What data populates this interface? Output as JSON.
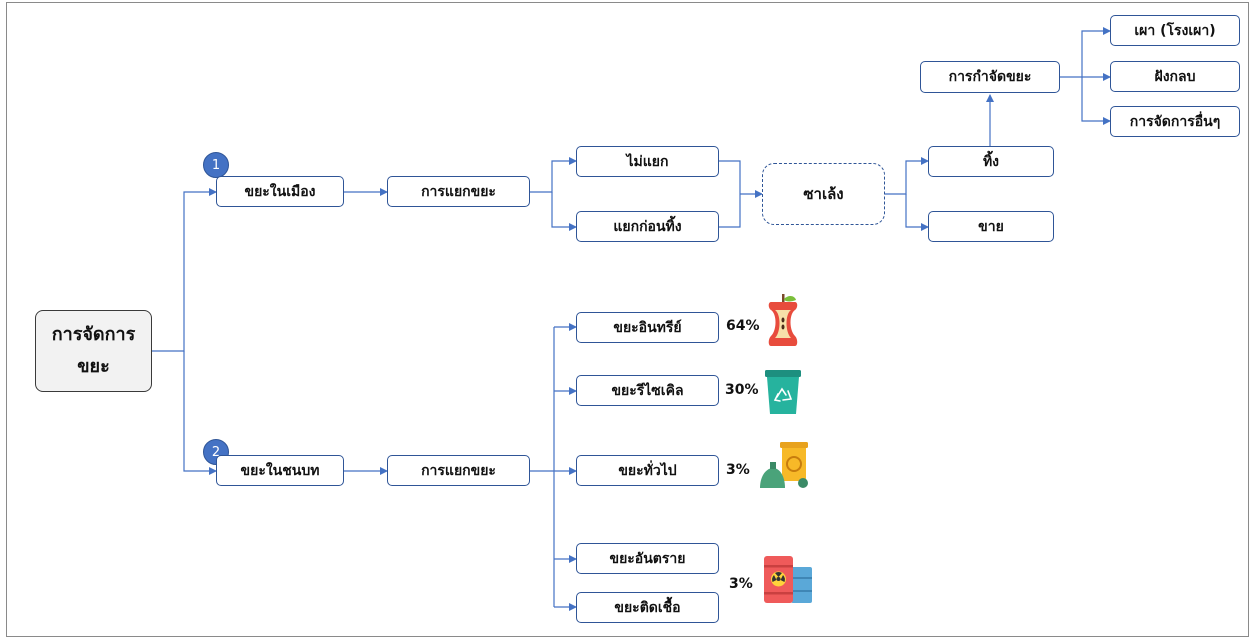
{
  "root": {
    "line1": "การจัดการ",
    "line2": "ขยะ"
  },
  "branch_urban": {
    "badge": "1",
    "label": "ขยะในเมือง",
    "sorting_label": "การแยกขยะ",
    "not_sorted_label": "ไม่แยก",
    "sorted_label": "แยกก่อนทิ้ง",
    "buyer_label": "ซาเล้ง",
    "discard_label": "ทิ้ง",
    "sell_label": "ขาย",
    "disposal_label": "การกำจัดขยะ",
    "disposal_methods": [
      "เผา (โรงเผา)",
      "ฝังกลบ",
      "การจัดการอื่นๆ"
    ]
  },
  "branch_rural": {
    "badge": "2",
    "label": "ขยะในชนบท",
    "sorting_label": "การแยกขยะ",
    "waste_types": [
      {
        "label": "ขยะอินทรีย์",
        "percent": "64%",
        "icon": "apple-core-icon"
      },
      {
        "label": "ขยะรีไซเคิล",
        "percent": "30%",
        "icon": "recycle-bin-icon"
      },
      {
        "label": "ขยะทั่วไป",
        "percent": "3%",
        "icon": "general-waste-bin-icon"
      },
      {
        "label": "ขยะอันตราย",
        "icon": "hazardous-barrel-icon"
      },
      {
        "label": "ขยะติดเชื้อ"
      }
    ],
    "hazard_infectious_percent": "3%"
  },
  "colors": {
    "line": "#4472c4",
    "box_border": "#2f5597",
    "badge": "#4472c4",
    "root_fill": "#f2f2f2"
  }
}
